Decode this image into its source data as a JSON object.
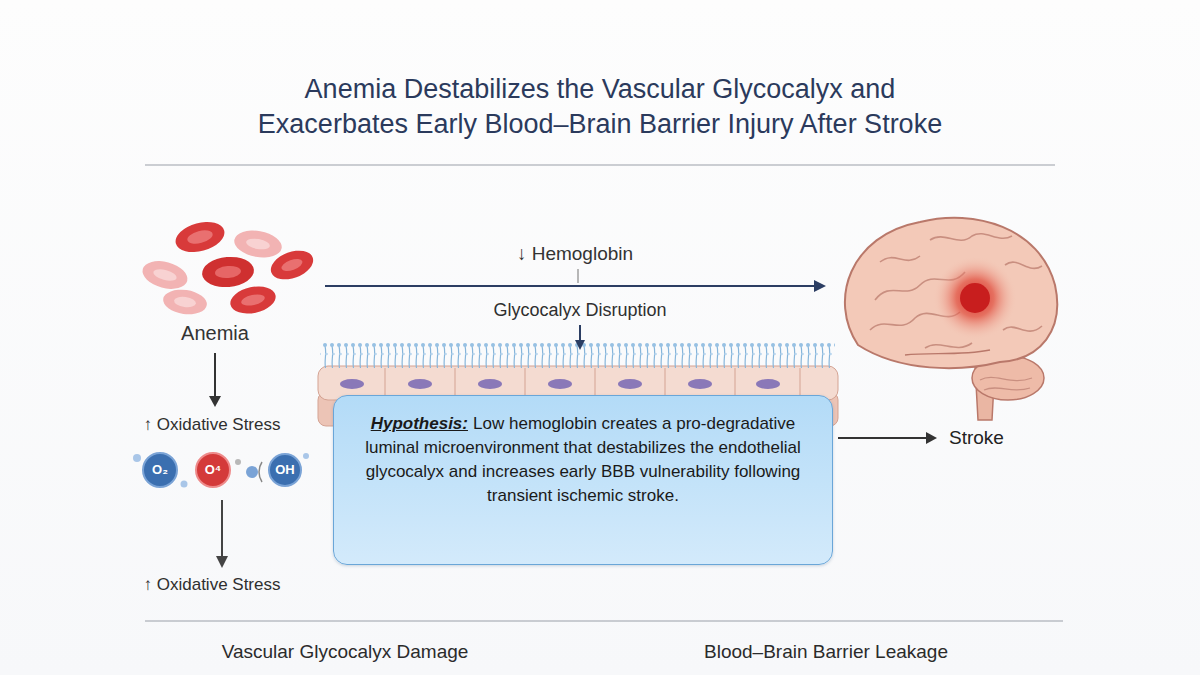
{
  "diagram": {
    "title": "Anemia Destabilizes the Vascular Glycocalyx and Exacerbates Early Blood–Brain Barrier Injury After Stroke",
    "nodes": [
      {
        "text": [
          "Anemia"
        ]
      },
      {
        "text": [
          "↑ Oxidative Stress"
        ]
      },
      {
        "text": [
          "↑ Oxidative Stress"
        ]
      },
      {
        "text": [
          "Hypothesis:",
          "Low hemoglobin creates a pro-degradative luminal microenvironment that destabilizes the endothelial glycocalyx and increases early BBB vulnerability following transient ischemic stroke."
        ]
      },
      {
        "text": [
          "Stroke"
        ]
      }
    ],
    "edges": [
      {
        "from": 0,
        "to": 1,
        "arrow": "to"
      },
      {
        "from": 3,
        "to": 4,
        "arrow": "to"
      }
    ],
    "labels": [
      "↓ Hemoglobin",
      "Glycocalyx Disruption",
      "O₂",
      "O⁴",
      "OH",
      "Vascular Glycocalyx Damage",
      "Blood–Brain Barrier Leakage"
    ]
  }
}
